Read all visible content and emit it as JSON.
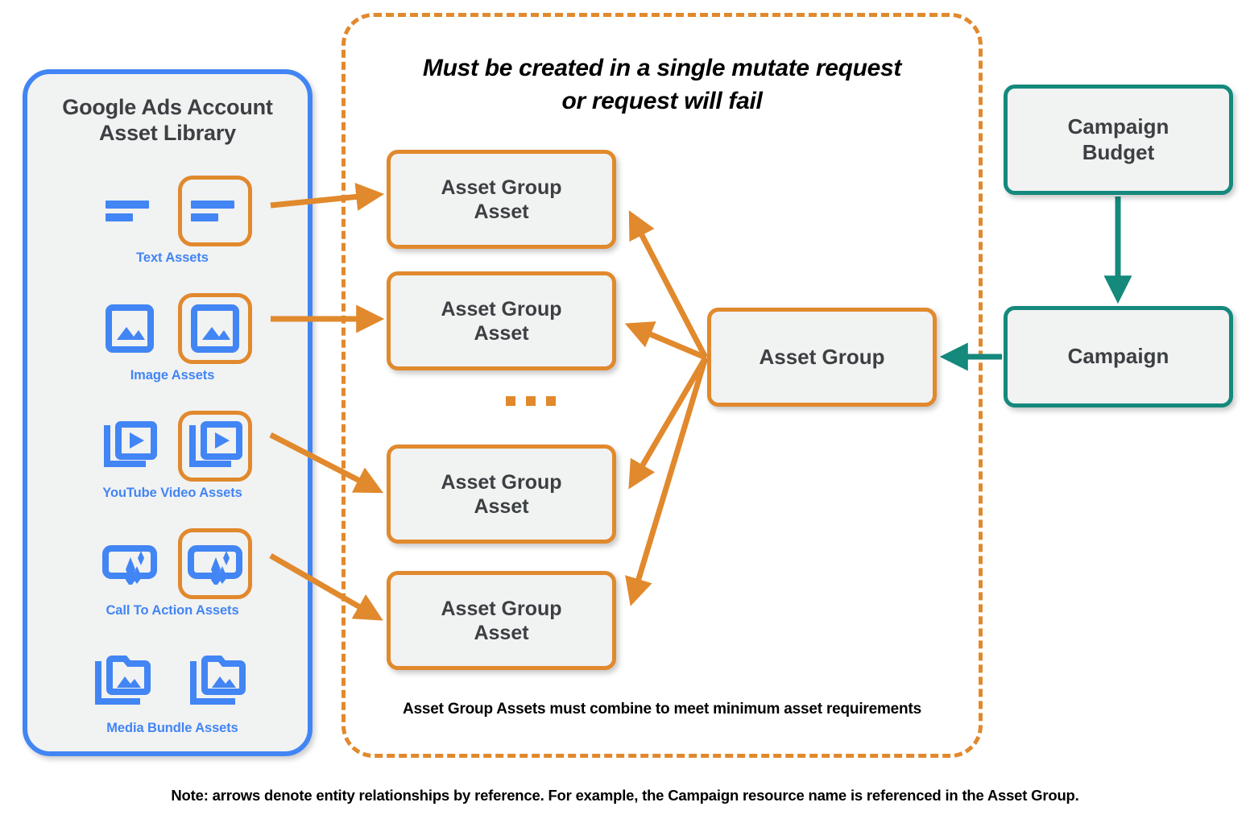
{
  "library": {
    "title": "Google Ads Account\nAsset Library",
    "title_line1": "Google Ads Account",
    "title_line2": "Asset Library",
    "accent_color": "#4285f4",
    "rows": [
      {
        "label": "Text Assets",
        "icon": "text-asset-icon",
        "highlighted": true
      },
      {
        "label": "Image Assets",
        "icon": "image-asset-icon",
        "highlighted": true
      },
      {
        "label": "YouTube Video  Assets",
        "icon": "youtube-video-asset-icon",
        "highlighted": true
      },
      {
        "label": "Call To Action Assets",
        "icon": "call-to-action-asset-icon",
        "highlighted": true
      },
      {
        "label": "Media Bundle  Assets",
        "icon": "media-bundle-asset-icon",
        "highlighted": false
      }
    ]
  },
  "mutate_container": {
    "title_line1": "Must be created in a single mutate request",
    "title_line2": "or request will fail",
    "footer": "Asset Group Assets must combine to meet minimum asset requirements",
    "border_color": "#e1892d"
  },
  "asset_group_assets": [
    {
      "label": "Asset Group\nAsset",
      "line1": "Asset Group",
      "line2": "Asset"
    },
    {
      "label": "Asset Group\nAsset",
      "line1": "Asset Group",
      "line2": "Asset"
    },
    {
      "label": "Asset Group\nAsset",
      "line1": "Asset Group",
      "line2": "Asset"
    },
    {
      "label": "Asset Group\nAsset",
      "line1": "Asset Group",
      "line2": "Asset"
    }
  ],
  "ellipsis": "...",
  "nodes": {
    "asset_group": {
      "label": "Asset Group",
      "color": "#e1892d"
    },
    "campaign_budget": {
      "line1": "Campaign",
      "line2": "Budget",
      "color": "#14897c"
    },
    "campaign": {
      "label": "Campaign",
      "color": "#14897c"
    }
  },
  "footer_note": "Note: arrows denote entity relationships by reference. For example, the Campaign resource name is referenced in the Asset Group.",
  "colors": {
    "orange": "#e1892d",
    "blue": "#4285f4",
    "teal": "#14897c",
    "node_fill": "#f1f2f2",
    "node_text": "#3c4043"
  }
}
